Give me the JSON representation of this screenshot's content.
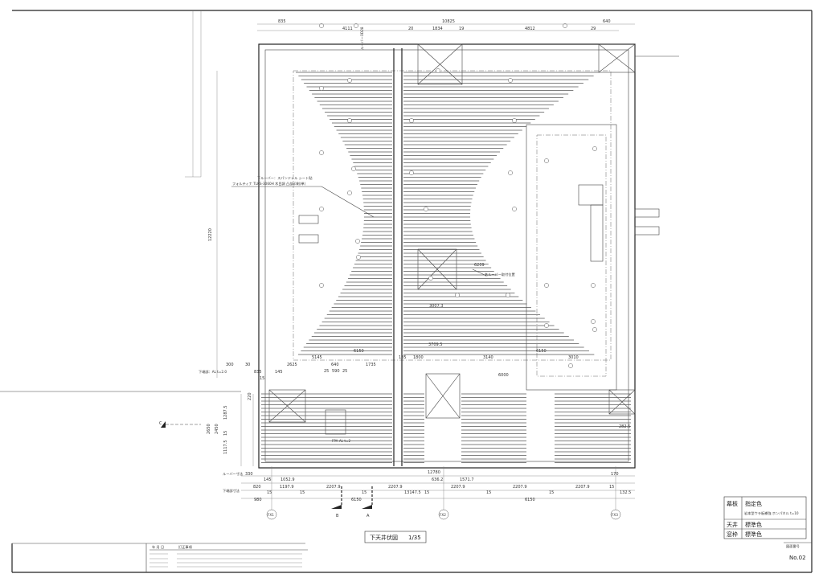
{
  "drawing": {
    "title": "下天井伏図",
    "scale": "1/35"
  },
  "top_dims": {
    "d835": "835",
    "d4111": "4111",
    "d10825": "10825",
    "d20": "20",
    "d1834": "1834",
    "d19": "19",
    "d4812": "4812",
    "d29": "29",
    "d640": "640",
    "louver_note": "ルーバーOD28"
  },
  "left_dims": {
    "d12220": "12220",
    "d300": "300",
    "d30": "30",
    "d835": "835",
    "d145": "145",
    "d15": "15",
    "d2625": "2625",
    "d220": "220",
    "d12875": "1287.5",
    "d2650": "2650",
    "d2450": "2450",
    "d15b": "15",
    "d11175": "1117.5",
    "d330": "330"
  },
  "annotations": {
    "louver_spec_1": "下ルーバー：スパンドレル シート貼",
    "louver_spec_2": "フォルティナ TLKS-3060H 木目調 凸部印刷(単)",
    "edge_spec": "下端部：AL t=2.0",
    "d6209": "6209",
    "louver_position": "各ルーバー取付位置",
    "d30073": "3007.3",
    "d37095": "3709.5",
    "d3140": "3140",
    "d6150a": "6150",
    "d6150b": "6150",
    "d3010": "3010",
    "d5145": "5145",
    "d1735": "1735",
    "d640": "640",
    "d25a": "25",
    "d590": "590",
    "d25b": "25",
    "d185": "185",
    "d1800": "1800",
    "d6000": "6000",
    "fpa": "FPA AL t=2"
  },
  "bottom_dims": {
    "louver_row": "ルーバー寸法",
    "edge_row": "下端部寸法",
    "d145": "145",
    "d10529": "1052.9",
    "d820": "820",
    "d11979": "1197.9",
    "d22079a": "2207.9",
    "d22079b": "2207.9",
    "d22079c": "2207.9",
    "d22079d": "2207.9",
    "d22079e": "2207.9",
    "d15a": "15",
    "d15b": "15",
    "d15c": "15",
    "d15d": "15",
    "d15e": "15",
    "d15f": "15",
    "d15g": "15",
    "d12780": "12780",
    "d6362": "636.2",
    "d15717": "1571.7",
    "d131475": "13147.5",
    "d980": "980",
    "d6150a": "6150",
    "d6150b": "6150",
    "d170": "170",
    "d1325": "132.5",
    "d2825": "282.5"
  },
  "grid": {
    "fx1": "FX1",
    "fx2": "FX2",
    "fx3": "FX3",
    "sec_a": "A",
    "sec_b": "B",
    "sec_c": "C"
  },
  "title_block": {
    "rows": [
      {
        "label": "幕板",
        "value": "指定色",
        "note": "岩本型ウラ板補強 ホンパネル t=10"
      },
      {
        "label": "天井",
        "value": "標準色"
      },
      {
        "label": "窓枠",
        "value": "標準色"
      }
    ],
    "number_label": "図面番号",
    "number": "No.02"
  },
  "revision": {
    "date_header": "年 月 日",
    "content_header": "訂正事項"
  }
}
